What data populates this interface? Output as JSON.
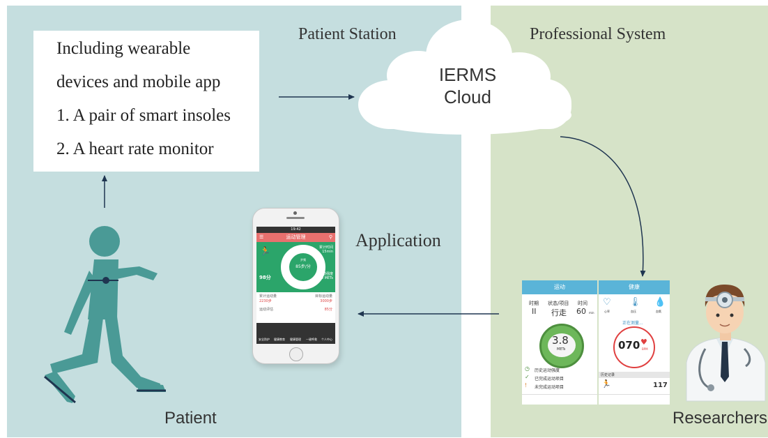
{
  "captions": {
    "patient_station": "Patient Station",
    "professional_system": "Professional System",
    "cloud_line1": "IERMS",
    "cloud_line2": "Cloud",
    "application": "Application",
    "patient": "Patient",
    "researchers": "Researchers"
  },
  "infobox": {
    "line1": "Including wearable",
    "line2": "devices and mobile app",
    "line3": "1.   A pair of smart insoles",
    "line4": "2.   A heart rate monitor"
  },
  "phone_app": {
    "time": "19:42",
    "title": "运动管理",
    "ring_top": "步频",
    "ring_value": "85步/分",
    "right_top_label": "累计时间",
    "right_top_value": "15min",
    "right_bottom_label": "运动强度",
    "right_bottom_value": "3.0 METs",
    "score": "98分",
    "row1_left_label": "累计运动量",
    "row1_left_value": "2230步",
    "row1_right_label": "目标运动量",
    "row1_right_value": "3000步",
    "row2_label": "运动评估",
    "row2_value": "85分",
    "nav": [
      "安全防护",
      "健康教育",
      "健康管理",
      "一键呼救",
      "个人中心"
    ]
  },
  "research_app_left": {
    "title": "运动",
    "col1": "时期",
    "col2": "状态/项目",
    "col3": "时间",
    "val1": "II",
    "val2": "行走",
    "val3": "60",
    "val3_unit": "min",
    "mets_value": "3.8",
    "mets_unit": "METs",
    "list": [
      "历史运动强度",
      "已完成运动项目",
      "未完成运动项目"
    ]
  },
  "research_app_right": {
    "title": "健康",
    "icon_labels": [
      "心率",
      "血压",
      "血氧"
    ],
    "measuring": "正在测量...",
    "hr_value": "070",
    "hr_unit": "BPM",
    "history": "历史记录",
    "history_value": "117"
  },
  "colors": {
    "left_panel": "#c5dedf",
    "right_panel": "#d6e3c8",
    "figure": "#4a9a96",
    "arrow": "#1f3550"
  }
}
